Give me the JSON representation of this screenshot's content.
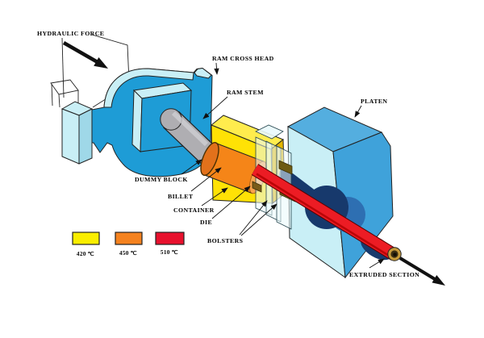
{
  "labels": {
    "hydraulic_force": "HYDRAULIC FORCE",
    "ram_cross_head": "RAM CROSS HEAD",
    "ram_stem": "RAM STEM",
    "platen": "PLATEN",
    "dummy_block": "DUMMY BLOCK",
    "billet": "BILLET",
    "container": "CONTAINER",
    "die": "DIE",
    "bolsters": "BOLSTERS",
    "extruded_section": "EXTRUDED SECTION"
  },
  "legend": {
    "items": [
      {
        "label": "420 ℃",
        "color": "#FAEE00"
      },
      {
        "label": "450 ℃",
        "color": "#F5821F"
      },
      {
        "label": "510 ℃",
        "color": "#E8112D"
      }
    ]
  },
  "colors": {
    "machine_blue": "#1E9CD6",
    "platen_front_blue": "#3FA2DA",
    "platen_top_blue": "#54AEDF",
    "pale_cyan": "#C9EFF6",
    "pale_cyan_dark": "#9FD8E8",
    "container_yellow": "#FFE205",
    "container_top_yellow": "#FFEC4D",
    "container_side_yellow": "#E3B500",
    "billet_orange": "#F58518",
    "dummy_orange": "#E2711B",
    "billet_cap_orange": "#F9A34E",
    "stem_gray": "#AFAEB2",
    "extrusion_red": "#EC1C24",
    "flow_navy": "#17396C",
    "flow_blue": "#2E6FB2",
    "die_olive": "#6E5B13",
    "ring_brass": "#C79B3B",
    "ink": "#111111"
  }
}
